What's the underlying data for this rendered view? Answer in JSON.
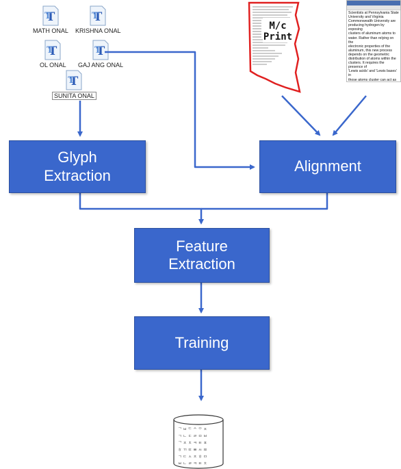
{
  "font_files": [
    {
      "label": "MATH ONAL"
    },
    {
      "label": "KRISHNA ONAL"
    },
    {
      "label": "OL ONAL"
    },
    {
      "label": "GAJ ANG ONAL"
    },
    {
      "label": "SUNITA ONAL"
    }
  ],
  "printed_doc": {
    "line1": "M/c",
    "line2": "Print"
  },
  "text_doc": {
    "body": "Scientists at Pennsylvania State\nUniversity and Virginia\nCommonwealth University are\nproducing hydrogen by exposing\nclusters of aluminum atoms to\nwater. Rather than relying on the\nelectronic properties of the\naluminum, this new process\ndepends on the geometric\ndistribution of atoms within the\nclusters. It requires the presence of\n'Lewis acids' and 'Lewis bases' in\nthose atoms cluster can act as\neither. Unlike most hydrogen\nproduction processes, this method\ncan be used at room temperature\nand doesn't require the application\nof heat or electricity to work. The"
  },
  "boxes": {
    "glyph_extraction": "Glyph\nExtraction",
    "alignment": "Alignment",
    "feature_extraction": "Feature\nExtraction",
    "training": "Training"
  },
  "colors": {
    "box_fill": "#3a67cc",
    "arrow": "#3a67cc"
  }
}
